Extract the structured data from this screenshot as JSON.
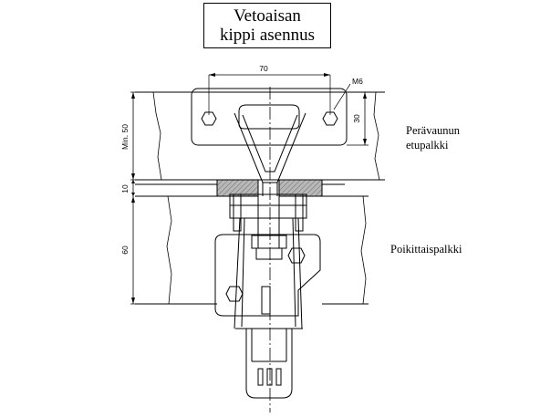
{
  "title": {
    "line1": "Vetoaisan",
    "line2": "kippi asennus"
  },
  "labels": {
    "front_beam": {
      "line1": "Perävaunun",
      "line2": "etupalkki"
    },
    "cross_beam": "Poikittaispalkki"
  },
  "dimensions": {
    "bolt_spacing": "70",
    "bolt_size": "M6",
    "bracket_height": "30",
    "beam_height_min": "Min. 50",
    "spacer_thickness": "10",
    "cross_beam_height": "60"
  },
  "colors": {
    "line": "#000000",
    "spacer_fill": "#b8b8b8",
    "background": "#ffffff"
  }
}
